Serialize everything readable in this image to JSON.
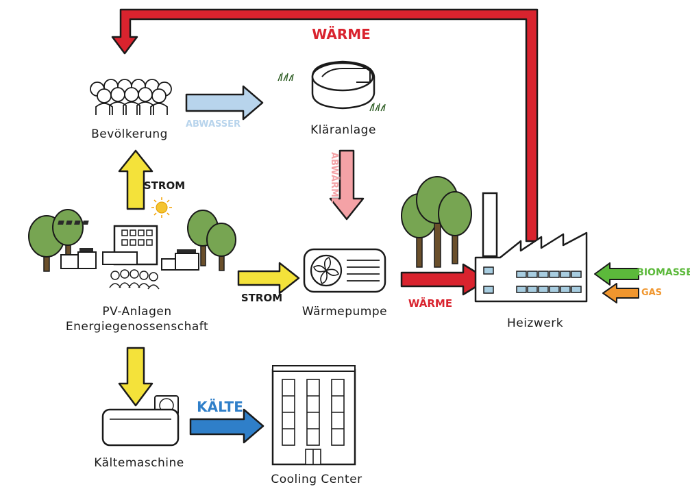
{
  "colors": {
    "heat": "#d9232e",
    "power": "#f4e23a",
    "wastewater": "#b8d4ec",
    "waste_heat": "#f4a2a6",
    "cold": "#2f7fc9",
    "biomass": "#5cb93b",
    "gas": "#f0962e",
    "tree_canopy": "#77a552",
    "trunk": "#6a4f2b",
    "stroke": "#1a1a1a",
    "window": "#a8cde0"
  },
  "nodes": {
    "population": "Bevölkerung",
    "treatment_plant": "Kläranlage",
    "pv_line1": "PV-Anlagen",
    "pv_line2": "Energiegenossenschaft",
    "heat_pump": "Wärmepumpe",
    "heating_plant": "Heizwerk",
    "chiller": "Kältemaschine",
    "cooling_center": "Cooling Center"
  },
  "flows": {
    "heat_return": "WÄRME",
    "wastewater": "ABWASSER",
    "waste_heat": "ABWÄRME",
    "power_up": "STROM",
    "power_right": "STROM",
    "heat_to_plant": "WÄRME",
    "biomass": "BIOMASSE",
    "gas": "GAS",
    "cold": "KÄLTE"
  }
}
